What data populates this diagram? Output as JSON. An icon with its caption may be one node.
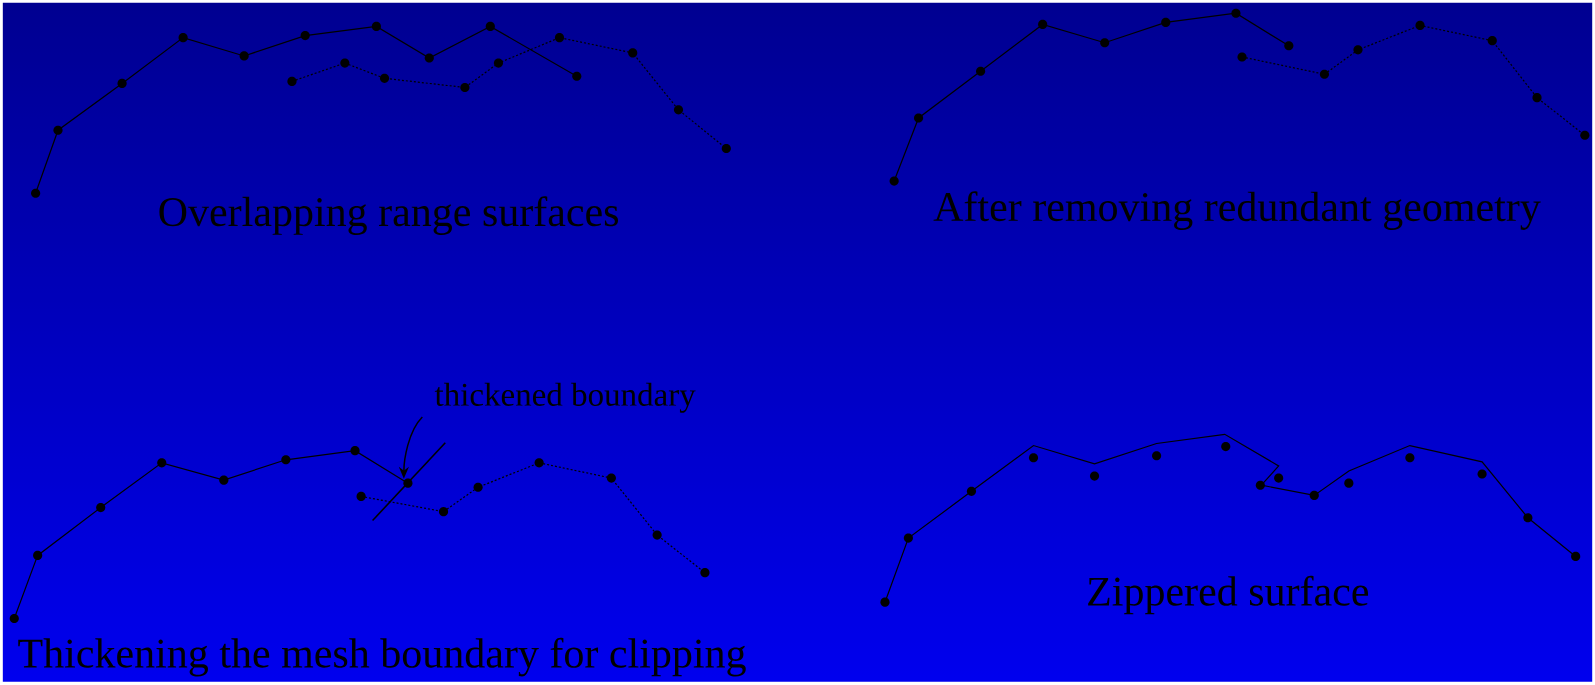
{
  "diagram": {
    "nodes": [
      {
        "text": [
          "thickened boundary"
        ]
      },
      {
        "text": [],
        "shape": "line"
      }
    ],
    "edges": [
      {
        "from": 0,
        "to": 1,
        "arrow": "to"
      }
    ],
    "labels": [
      "Overlapping range surfaces",
      "After removing redundant geometry",
      "Thickening the mesh boundary for clipping",
      "Zippered surface"
    ]
  }
}
